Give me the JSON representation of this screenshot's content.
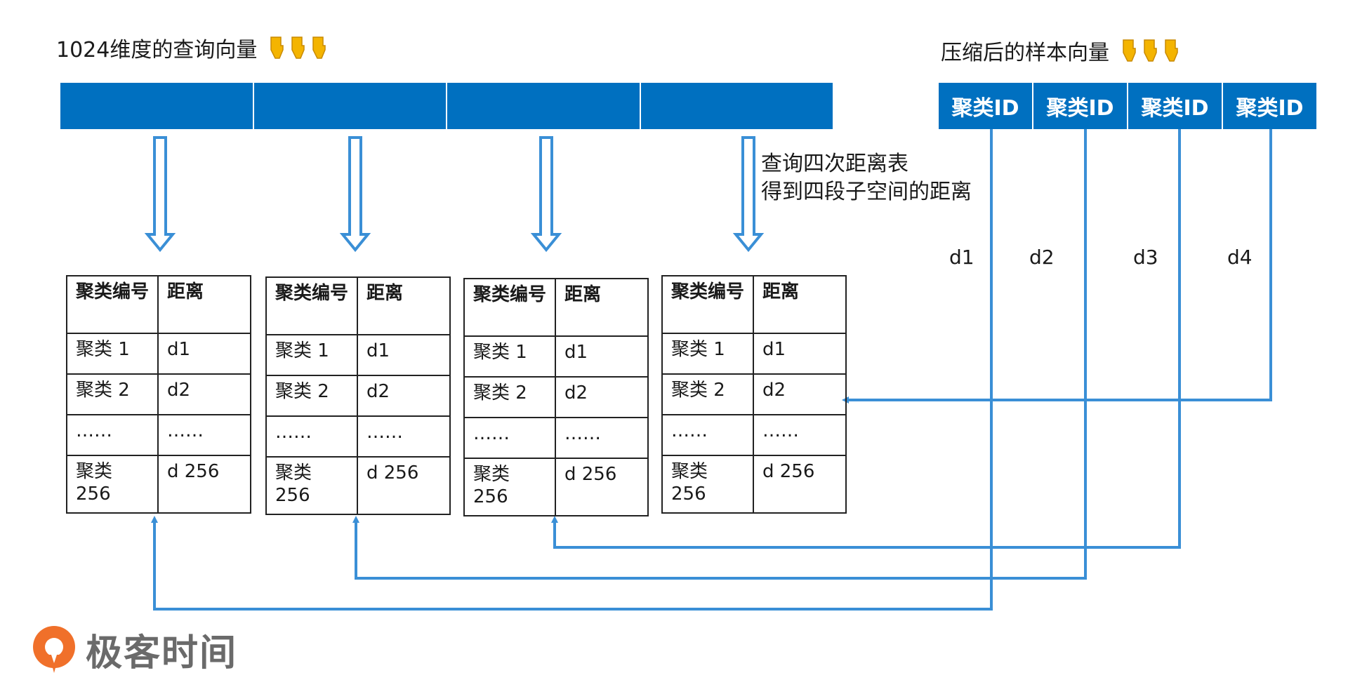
{
  "left_title": "1024维度的查询向量",
  "right_title": "压缩后的样本向量",
  "sample_ids": [
    "聚类ID",
    "聚类ID",
    "聚类ID",
    "聚类ID"
  ],
  "note_lines": [
    "查询四次距离表",
    "得到四段子空间的距离"
  ],
  "d_labels": [
    "d1",
    "d2",
    "d3",
    "d4"
  ],
  "table": {
    "header": [
      "聚类编号",
      "距离"
    ],
    "rows": [
      [
        "聚类 1",
        "d1"
      ],
      [
        "聚类 2",
        "d2"
      ],
      [
        "……",
        "……"
      ],
      [
        "聚类 256",
        "d 256"
      ]
    ]
  },
  "brand": "极客时间",
  "colors": {
    "bar": "#0070c0",
    "line": "#3a8fd6",
    "logo": "#f0702a"
  },
  "icons": {
    "hand": "pointing-down-hand-icon",
    "logo": "geektime-logo-icon"
  }
}
